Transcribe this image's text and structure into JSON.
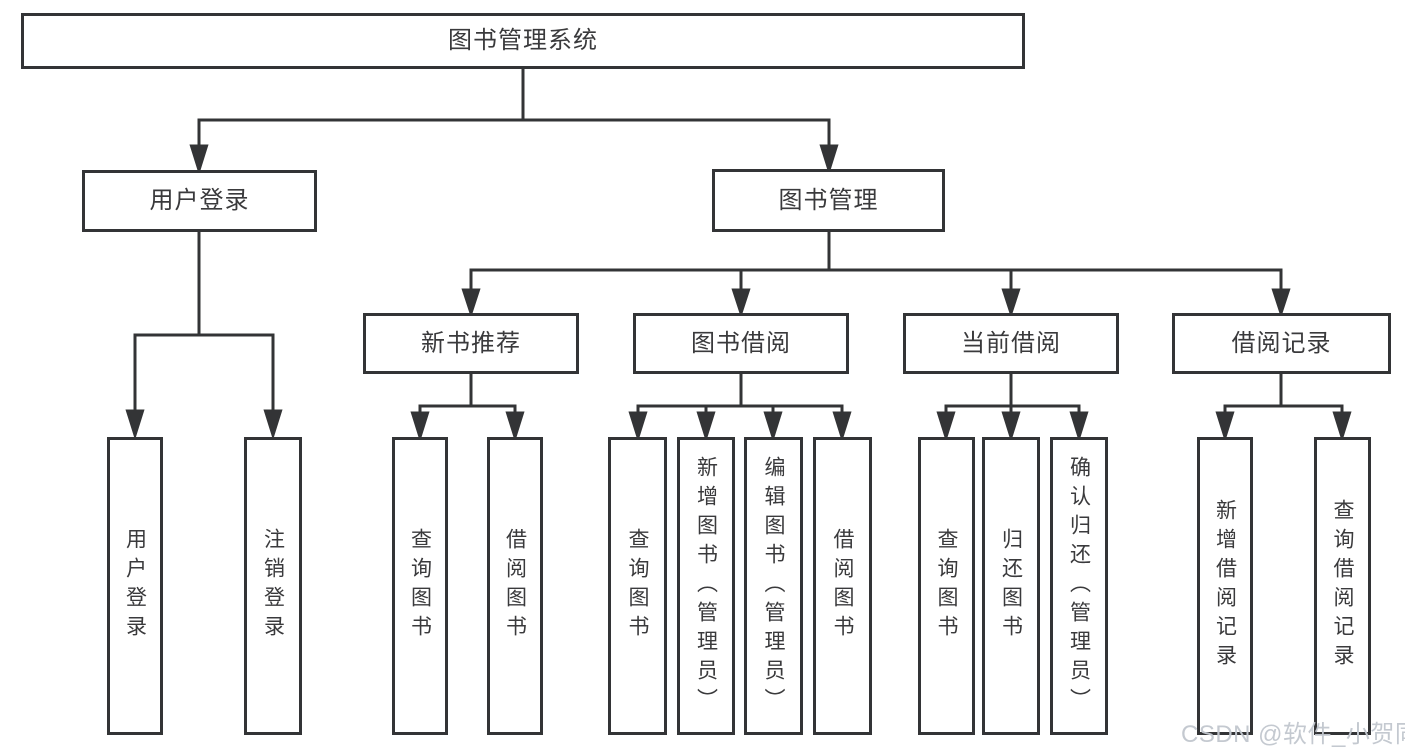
{
  "colors": {
    "line": "#333436",
    "text": "#3a3a3c",
    "background": "#ffffff",
    "watermark": "#c2c7ce"
  },
  "diagram": {
    "root": {
      "label": "图书管理系统"
    },
    "login_branch": {
      "label": "用户登录",
      "children": [
        {
          "label": "用户登录"
        },
        {
          "label": "注销登录"
        }
      ]
    },
    "mgmt_branch": {
      "label": "图书管理",
      "groups": [
        {
          "label": "新书推荐",
          "children": [
            {
              "label": "查询图书"
            },
            {
              "label": "借阅图书"
            }
          ]
        },
        {
          "label": "图书借阅",
          "children": [
            {
              "label": "查询图书"
            },
            {
              "label": "新增图书（管理员）"
            },
            {
              "label": "编辑图书（管理员）"
            },
            {
              "label": "借阅图书"
            }
          ]
        },
        {
          "label": "当前借阅",
          "children": [
            {
              "label": "查询图书"
            },
            {
              "label": "归还图书"
            },
            {
              "label": "确认归还（管理员）"
            }
          ]
        },
        {
          "label": "借阅记录",
          "children": [
            {
              "label": "新增借阅记录"
            },
            {
              "label": "查询借阅记录"
            }
          ]
        }
      ]
    }
  },
  "watermark": {
    "text": "CSDN @软件_小贺同学"
  }
}
